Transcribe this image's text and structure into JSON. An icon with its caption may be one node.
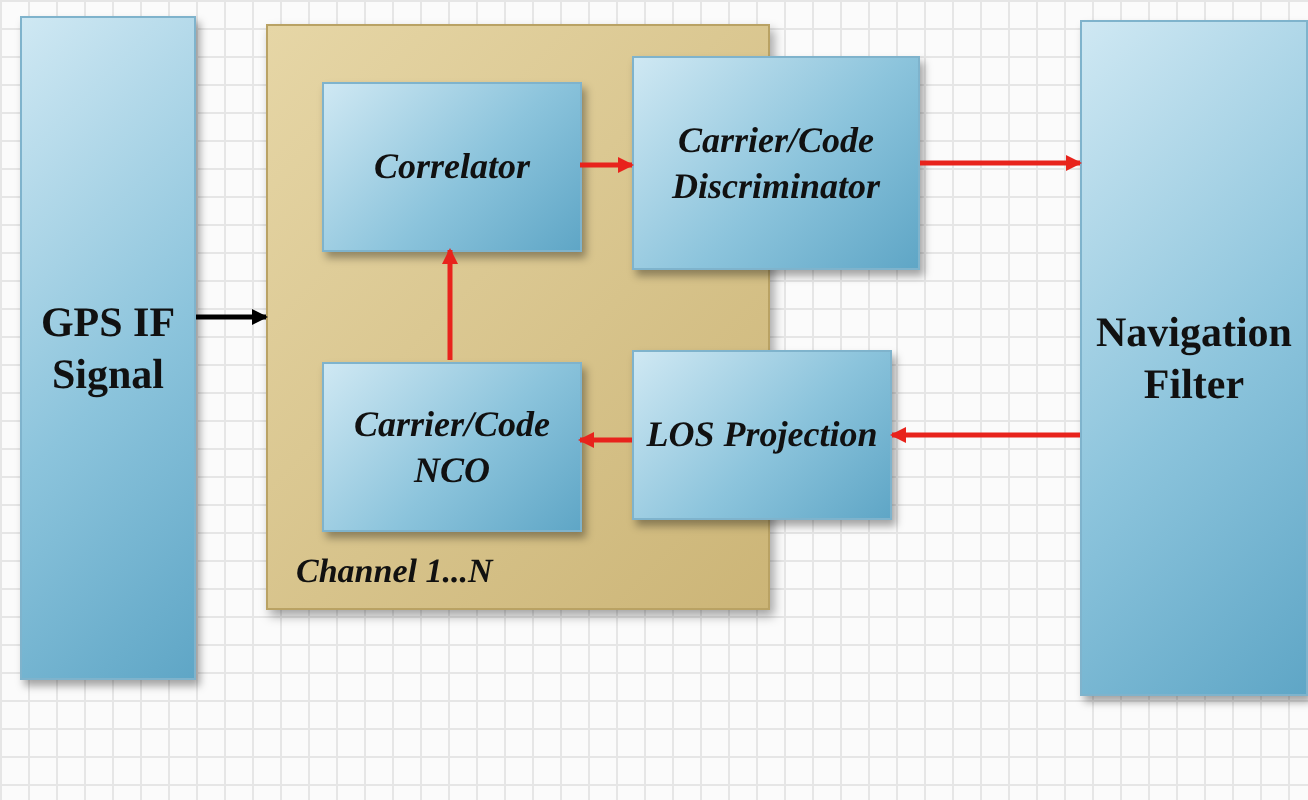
{
  "diagram": {
    "nodes": [
      {
        "text": [
          "GPS IF Signal"
        ]
      },
      {
        "text": [
          "Channel 1...N"
        ]
      },
      {
        "text": [
          "Correlator"
        ],
        "in": 1
      },
      {
        "text": [
          "Carrier/Code Discriminator"
        ]
      },
      {
        "text": [
          "Carrier/Code NCO"
        ],
        "in": 1
      },
      {
        "text": [
          "LOS Projection"
        ]
      },
      {
        "text": [
          "Navigation Filter"
        ]
      }
    ],
    "edges": [
      {
        "from": 0,
        "to": 1,
        "arrow": "to",
        "color": "#000000"
      },
      {
        "from": 2,
        "to": 3,
        "arrow": "to"
      },
      {
        "from": 3,
        "to": 6,
        "arrow": "to"
      },
      {
        "from": 6,
        "to": 5,
        "arrow": "to"
      },
      {
        "from": 5,
        "to": 4,
        "arrow": "to"
      },
      {
        "from": 4,
        "to": 2,
        "arrow": "to"
      }
    ]
  }
}
